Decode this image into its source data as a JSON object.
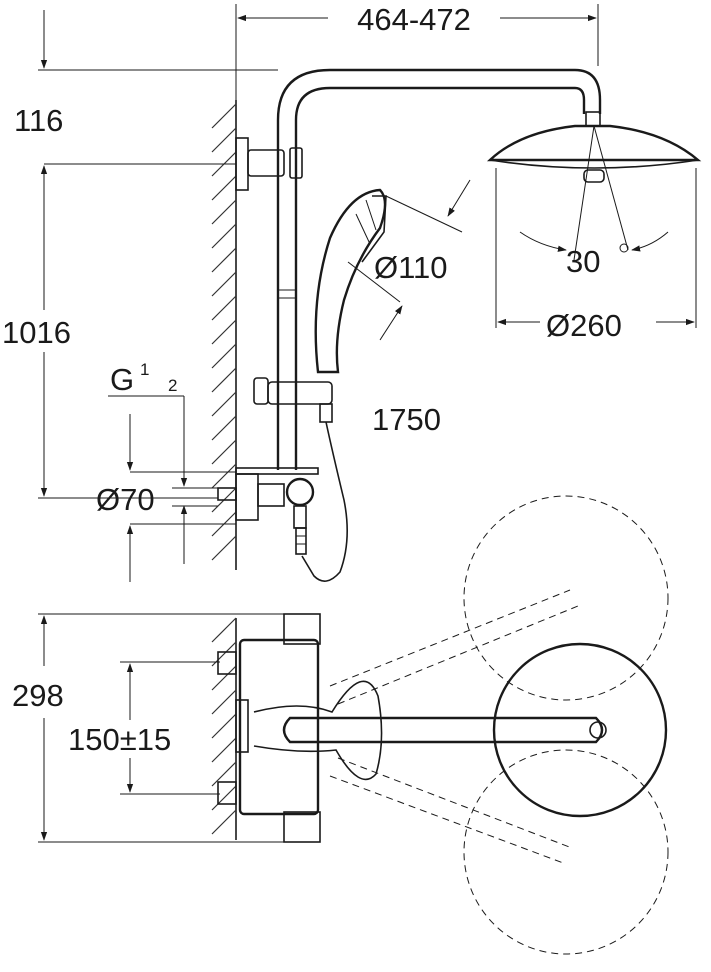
{
  "dimensions": {
    "width_span": "464-472",
    "top_offset": "116",
    "rail_height": "1016",
    "thread_label": "G",
    "thread_numerator": "1",
    "thread_denominator": "2",
    "rosette_diameter": "Ø70",
    "hand_shower_diameter": "Ø110",
    "hose_length": "1750",
    "head_angle": "30",
    "head_angle_unit": "°",
    "head_diameter": "Ø260",
    "mixer_height": "298",
    "inlet_spacing": "150±15"
  },
  "colors": {
    "line": "#1a1a1a",
    "background": "#ffffff"
  }
}
